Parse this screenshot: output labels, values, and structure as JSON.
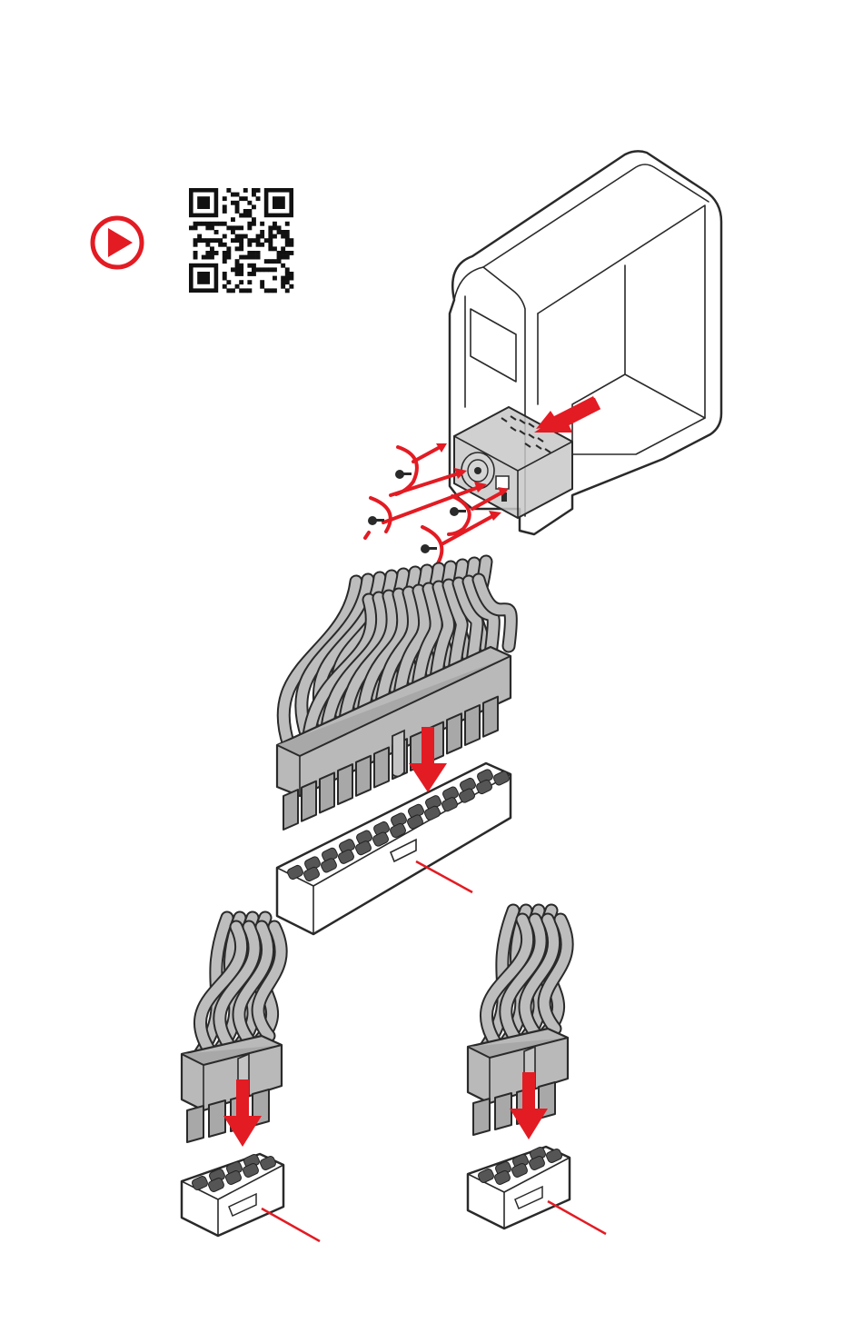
{
  "colors": {
    "accent": "#e31b23",
    "line": "#2a2a2a",
    "cable": "#bdbdbd",
    "pin": "#555555"
  },
  "icons": {
    "video": "play-circle-icon",
    "qr": "qr-code-icon"
  },
  "steps": [
    {
      "name": "psu-installation"
    },
    {
      "name": "atx-24pin-connector"
    },
    {
      "name": "cpu-8pin-connector-1"
    },
    {
      "name": "cpu-8pin-connector-2"
    }
  ]
}
